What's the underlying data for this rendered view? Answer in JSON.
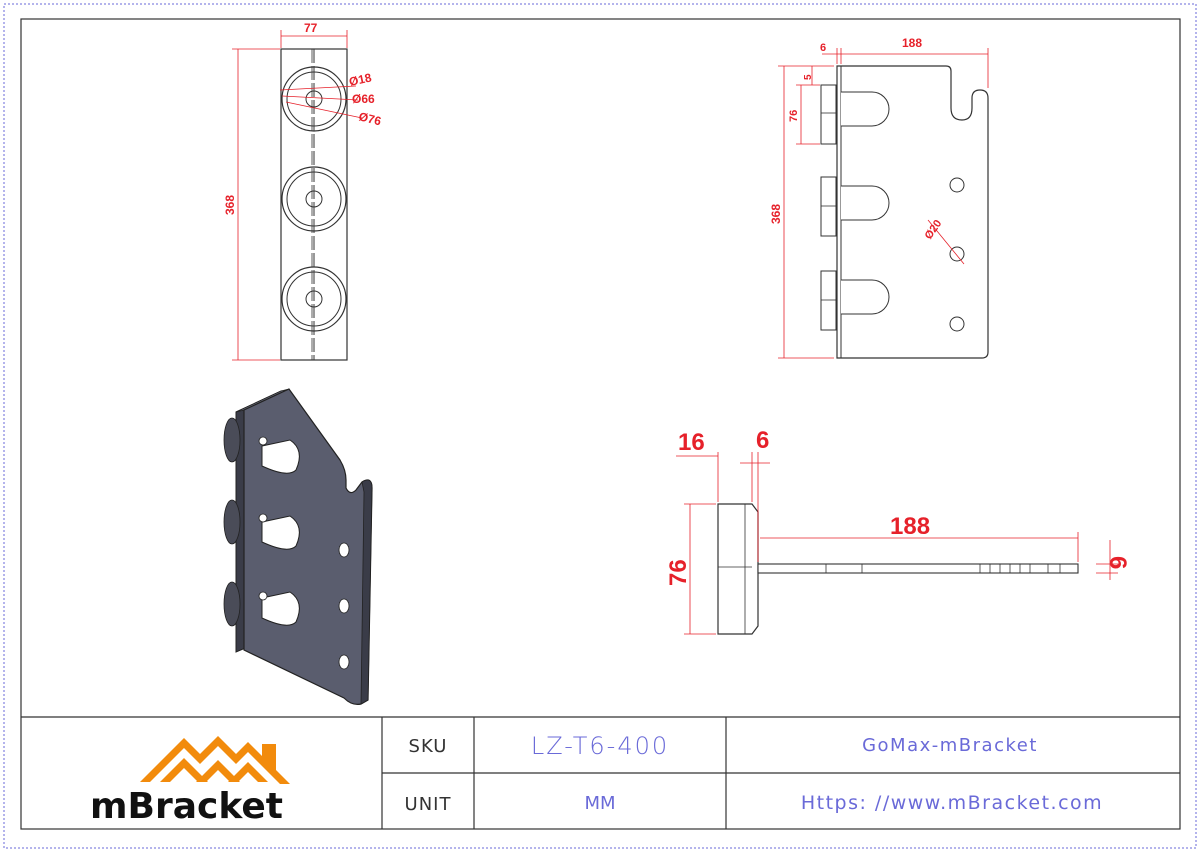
{
  "colors": {
    "dimension": "#e6212a",
    "outline": "#333333",
    "frame_outer": "#6a6ad8",
    "title_text": "#6a6ad8",
    "logo_orange": "#f28b0c",
    "plate_3d": "#5a5d6e",
    "plate_3d_side": "#3a3c48"
  },
  "front_view": {
    "width_label": "77",
    "height_label": "368",
    "hole_inner": "Ø18",
    "hole_mid": "Ø66",
    "hole_outer": "Ø76"
  },
  "side_view": {
    "offset_label": "6",
    "depth_label": "188",
    "gap_label": "5",
    "pad_label": "76",
    "height_label": "368",
    "bolt_hole": "Ø20"
  },
  "top_view": {
    "pad_thick": "16",
    "plate_thick_top": "6",
    "length": "188",
    "pad_height": "76",
    "plate_thick_right": "6"
  },
  "title_block": {
    "logo_text": "mBracket",
    "sku_label": "SKU",
    "sku_value": "LZ-T6-400",
    "unit_label": "UNIT",
    "unit_value": "MM",
    "company": "GoMax-mBracket",
    "website": "Https: //www.mBracket.com"
  }
}
